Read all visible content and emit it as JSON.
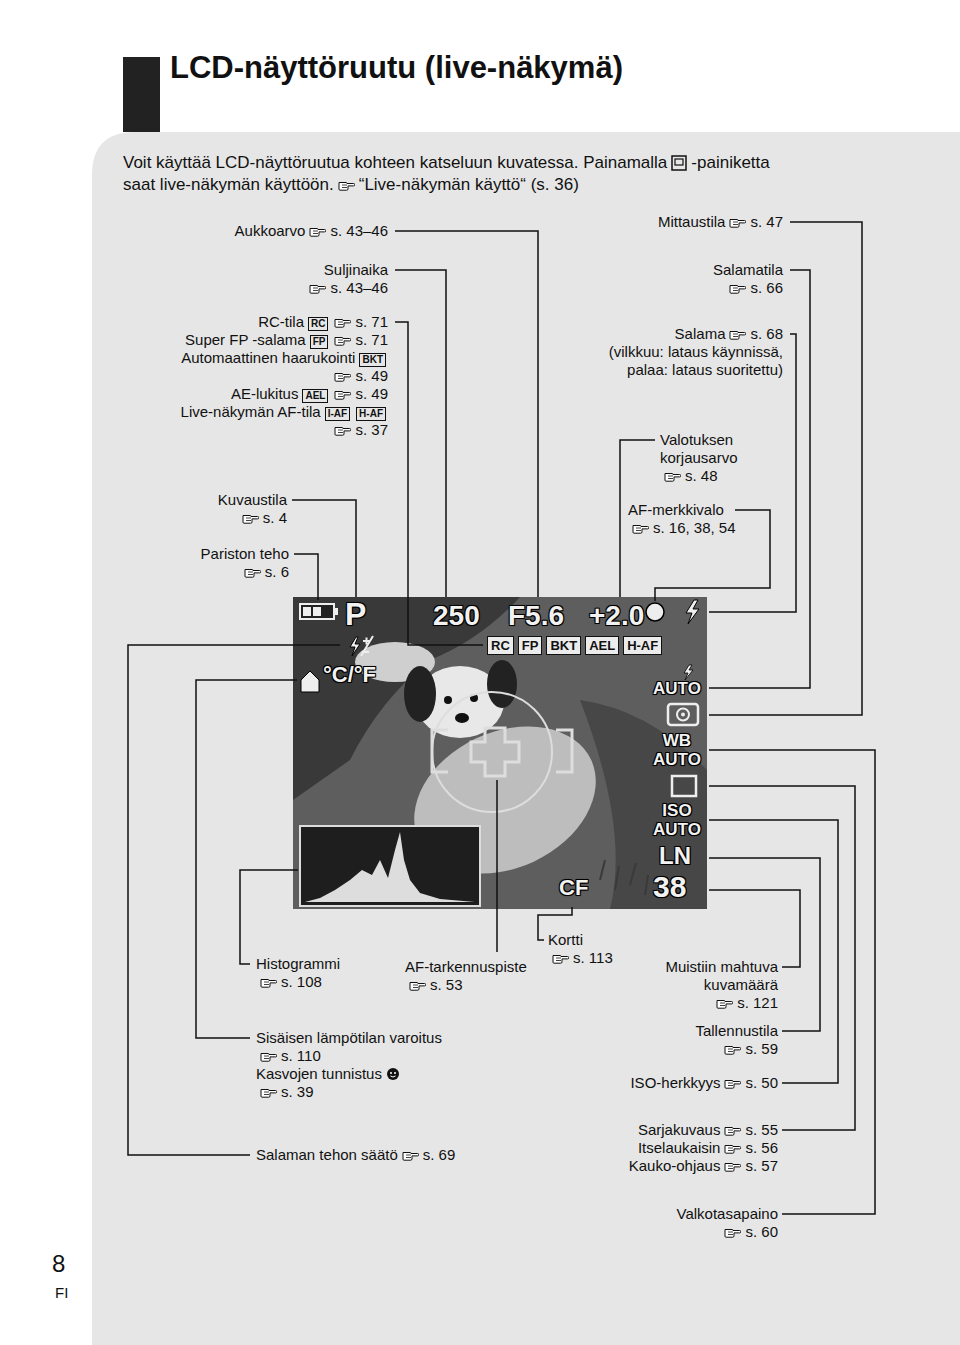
{
  "diagram": {
    "title": "LCD-näyttöruutu (live-näkymä)",
    "nodes": [
      {
        "text": [
          "RC"
        ]
      },
      {
        "text": [
          "FP"
        ]
      },
      {
        "text": [
          "BKT"
        ]
      },
      {
        "text": [
          "AEL"
        ]
      },
      {
        "text": [
          "I-AF"
        ]
      },
      {
        "text": [
          "H-AF"
        ]
      },
      {
        "text": [
          "P",
          "250",
          "F5.6",
          "+2.0",
          "°C/°F",
          "AUTO",
          "WB AUTO",
          "ISO AUTO",
          "LN",
          "CF",
          "38"
        ]
      },
      {
        "text": [
          "RC"
        ],
        "in": 6
      },
      {
        "text": [
          "FP"
        ],
        "in": 6
      },
      {
        "text": [
          "BKT"
        ],
        "in": 6
      },
      {
        "text": [
          "AEL"
        ],
        "in": 6
      },
      {
        "text": [
          "H-AF"
        ],
        "in": 6
      }
    ],
    "labels": [
      "Voit käyttää LCD-näyttöruutua kohteen katseluun kuvatessa. Painamalla",
      "-painiketta",
      "saat live-näkymän käyttöön.",
      "“Live-näkymän käyttö“ (s. 36)",
      "Aukkoarvo",
      "s. 43–46",
      "Suljinaika",
      "s. 43–46",
      "RC-tila",
      "s. 71",
      "Super FP -salama",
      "s. 71",
      "Automaattinen haarukointi",
      "s. 49",
      "AE-lukitus",
      "s. 49",
      "Live-näkymän AF-tila",
      "s. 37",
      "Kuvaustila",
      "s. 4",
      "Pariston teho",
      "s. 6",
      "Mittaustila",
      "s. 47",
      "Salamatila",
      "s. 66",
      "Salama",
      "s. 68",
      "(vilkkuu: lataus käynnissä, palaa: lataus suoritettu)",
      "Valotuksen korjausarvo",
      "s. 48",
      "AF-merkkivalo",
      "s. 16, 38, 54",
      "Histogrammi",
      "s. 108",
      "AF-tarkennuspiste",
      "s. 53",
      "Kortti",
      "s. 113",
      "Muistiin mahtuva kuvamäärä",
      "s. 121",
      "Sisäisen lämpötilan varoitus",
      "s. 110",
      "Kasvojen tunnistus",
      "s. 39",
      "Tallennustila",
      "s. 59",
      "ISO-herkkyys",
      "s. 50",
      "Salaman tehon säätö",
      "s. 69",
      "Sarjakuvaus",
      "s. 55",
      "Itselaukaisin",
      "s. 56",
      "Kauko-ohjaus",
      "s. 57",
      "Valkotasapaino",
      "s. 60",
      "8",
      "FI"
    ]
  }
}
